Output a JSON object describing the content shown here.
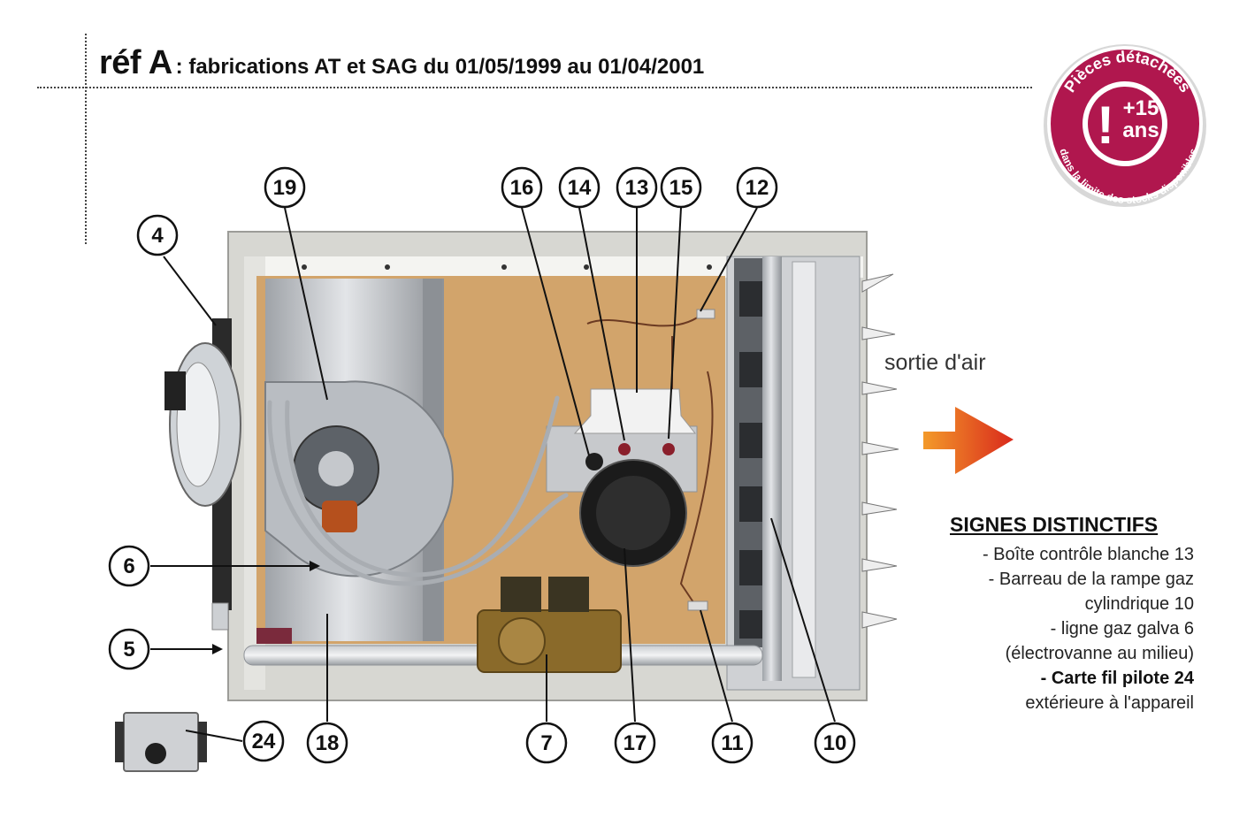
{
  "header": {
    "ref_label": "réf A",
    "subtitle": ": fabrications AT et SAG du 01/05/1999 au  01/04/2001"
  },
  "badge": {
    "arc_top": "Pièces détachées",
    "plus_years": "+15",
    "years_unit": "ans",
    "arc_bottom": "dans la limite des stocks disponibles",
    "exclamation": "!",
    "color": "#b0174e"
  },
  "airflow": {
    "label": "sortie d'air",
    "arrow_color": "#d9291c"
  },
  "callouts": [
    {
      "id": "19",
      "label": "19"
    },
    {
      "id": "16",
      "label": "16"
    },
    {
      "id": "14",
      "label": "14"
    },
    {
      "id": "13",
      "label": "13"
    },
    {
      "id": "15",
      "label": "15"
    },
    {
      "id": "12",
      "label": "12"
    },
    {
      "id": "4",
      "label": "4"
    },
    {
      "id": "6",
      "label": "6"
    },
    {
      "id": "5",
      "label": "5"
    },
    {
      "id": "24",
      "label": "24"
    },
    {
      "id": "18",
      "label": "18"
    },
    {
      "id": "7",
      "label": "7"
    },
    {
      "id": "17",
      "label": "17"
    },
    {
      "id": "11",
      "label": "11"
    },
    {
      "id": "10",
      "label": "10"
    }
  ],
  "signes": {
    "heading": "SIGNES  DISTINCTIFS",
    "lines": [
      "- Boîte contrôle blanche 13",
      "- Barreau de la rampe gaz",
      "cylindrique 10",
      "- ligne gaz galva 6",
      "(électrovanne au milieu)",
      "- Carte fil pilote 24",
      "extérieure à l'appareil"
    ]
  }
}
